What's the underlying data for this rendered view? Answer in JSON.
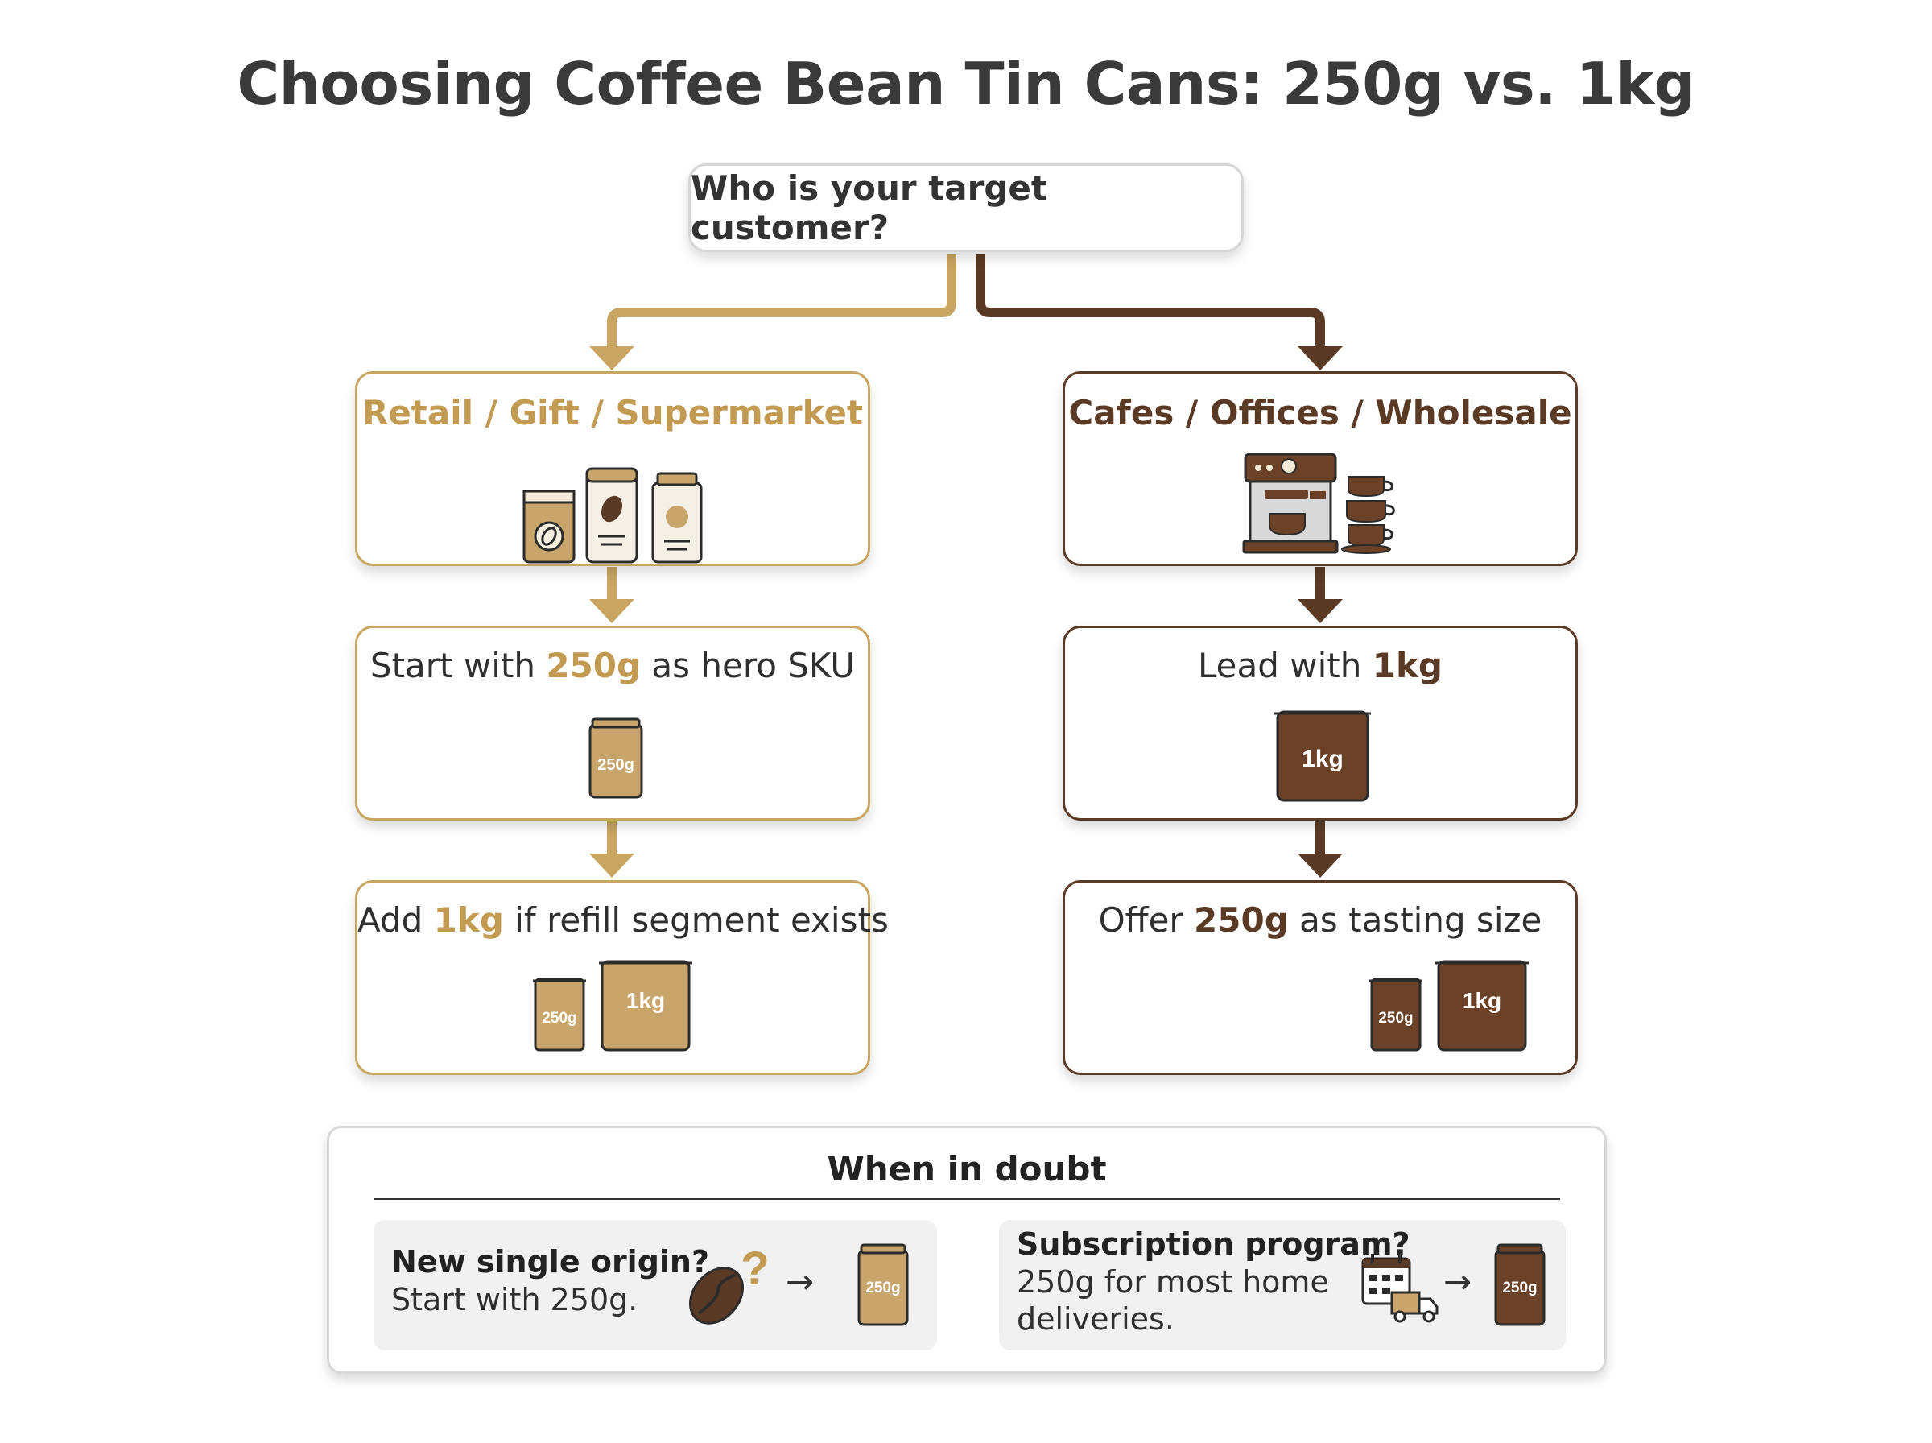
{
  "title": "Choosing Coffee Bean Tin Cans: 250g vs. 1kg",
  "question": "Who is your target customer?",
  "colors": {
    "gold": "#c8a560",
    "gold_text": "#c39a52",
    "brown": "#5a3a24",
    "can_gold": "#c8a56b",
    "can_brown": "#6b4228"
  },
  "left": {
    "heading": "Retail / Gift / Supermarket",
    "icons": [
      "coffee-bag-icon",
      "coffee-tin-icon",
      "coffee-canister-icon"
    ],
    "step1": {
      "pre": "Start with ",
      "highlight": "250g",
      "post": " as hero SKU",
      "can_label": "250g"
    },
    "step2": {
      "pre": "Add ",
      "highlight": "1kg",
      "post": " if refill segment exists",
      "small_can": "250g",
      "large_can": "1kg"
    }
  },
  "right": {
    "heading": "Cafes / Offices / Wholesale",
    "icons": [
      "espresso-machine-icon",
      "stacked-cups-icon"
    ],
    "step1": {
      "pre": "Lead with ",
      "highlight": "1kg",
      "post": "",
      "can_label": "1kg"
    },
    "step2": {
      "pre": "Offer ",
      "highlight": "250g",
      "post": " as tasting size",
      "small_can": "250g",
      "large_can": "1kg"
    }
  },
  "doubt": {
    "title": "When in doubt",
    "left_panel": {
      "title": "New single origin?",
      "body": "Start with 250g.",
      "can_label": "250g",
      "question_mark": "?"
    },
    "right_panel": {
      "title": "Subscription program?",
      "body_line1": "250g for most home",
      "body_line2": "deliveries.",
      "can_label": "250g"
    },
    "arrow": "→"
  }
}
